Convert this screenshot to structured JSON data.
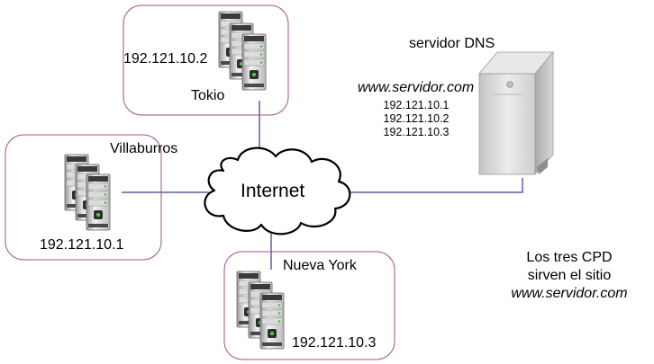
{
  "datacenters": {
    "tokio": {
      "name": "Tokio",
      "ip": "192.121.10.2"
    },
    "villaburros": {
      "name": "Villaburros",
      "ip": "192.121.10.1"
    },
    "nueva_york": {
      "name": "Nueva York",
      "ip": "192.121.10.3"
    }
  },
  "internet": {
    "label": "Internet"
  },
  "dns": {
    "title": "servidor DNS",
    "domain": "www.servidor.com",
    "records": [
      "192.121.10.1",
      "192.121.10.2",
      "192.121.10.3"
    ]
  },
  "note": {
    "line1": "Los tres CPD",
    "line2": "sirven el sitio",
    "line3": "www.servidor.com"
  },
  "colors": {
    "box_border": "#9c4f8a",
    "link_line": "#8187c2",
    "cloud_stroke": "#000000",
    "server_body": "#e9e9e9",
    "dns_tower": "#d8d8d8"
  }
}
